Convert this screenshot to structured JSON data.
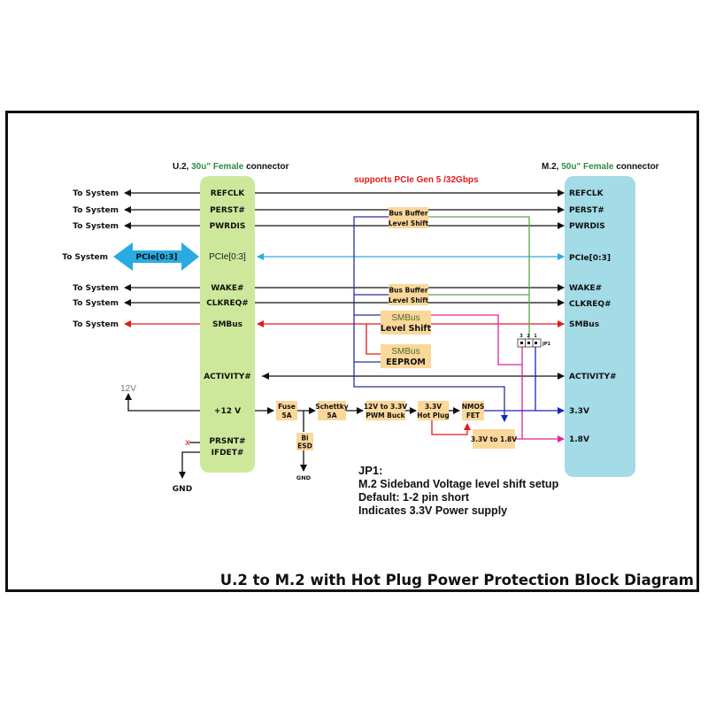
{
  "title": "U.2 to M.2 with Hot Plug Power Protection Block Diagram",
  "banner": "supports PCIe Gen 5 /32Gbps",
  "colors": {
    "u2_block": "#cde89a",
    "m2_block": "#a3dbe6",
    "chip": "#fbd79a",
    "pcie": "#29abe2",
    "smbus": "#e01b1b",
    "blue": "#1a22c8",
    "navy": "#2b2f9e",
    "green": "#5aa648",
    "magenta": "#e0249a",
    "accent_green": "#2e8b3f"
  },
  "u2": {
    "header_prefix": "U.2, ",
    "header_accent": "30u\" Female",
    "header_suffix": " connector",
    "pins": {
      "refclk": "REFCLK",
      "perst": "PERST#",
      "pwrdis": "PWRDIS",
      "pcie": "PCIe[0:3]",
      "wake": "WAKE#",
      "clkreq": "CLKREQ#",
      "smbus": "SMBus",
      "activity": "ACTIVITY#",
      "p12v": "+12 V",
      "prsnt": "PRSNT#",
      "ifdet": "IFDET#"
    }
  },
  "m2": {
    "header_prefix": "M.2, ",
    "header_accent": "50u\" Female",
    "header_suffix": " connector",
    "pins": {
      "refclk": "REFCLK",
      "perst": "PERST#",
      "pwrdis": "PWRDIS",
      "pcie": "PCIe[0:3]",
      "wake": "WAKE#",
      "clkreq": "CLKREQ#",
      "smbus": "SMBus",
      "activity": "ACTIVITY#",
      "v33": "3.3V",
      "v18": "1.8V"
    }
  },
  "system": {
    "to_system": "To System",
    "pcie_arrow": "PCIe[0:3]",
    "v12": "12V",
    "gnd": "GND",
    "nc_mark": "x"
  },
  "chips": {
    "bus_buffer_1": [
      "Bus Buffer",
      "Level Shift"
    ],
    "bus_buffer_2": [
      "Bus Buffer",
      "Level Shift"
    ],
    "smbus_ls": [
      "SMBus",
      "Level Shift"
    ],
    "smbus_eeprom": [
      "SMBus",
      "EEPROM"
    ],
    "fuse": [
      "Fuse",
      "5A"
    ],
    "schottky": [
      "Schettky",
      "5A"
    ],
    "esd": [
      "Bi",
      "ESD"
    ],
    "buck": [
      "12V to 3.3V",
      "PWM Buck"
    ],
    "hotplug": [
      "3.3V",
      "Hot Plug"
    ],
    "nmos": [
      "NMOS",
      "FET"
    ],
    "ldo": [
      "3.3V to 1.8V"
    ]
  },
  "jumper": {
    "label": "JP1",
    "pins": [
      "3",
      "2",
      "1"
    ]
  },
  "notes": {
    "heading": "JP1:",
    "lines": [
      "M.2 Sideband Voltage level shift setup",
      "Default: 1-2 pin short",
      "Indicates 3.3V Power supply"
    ]
  }
}
